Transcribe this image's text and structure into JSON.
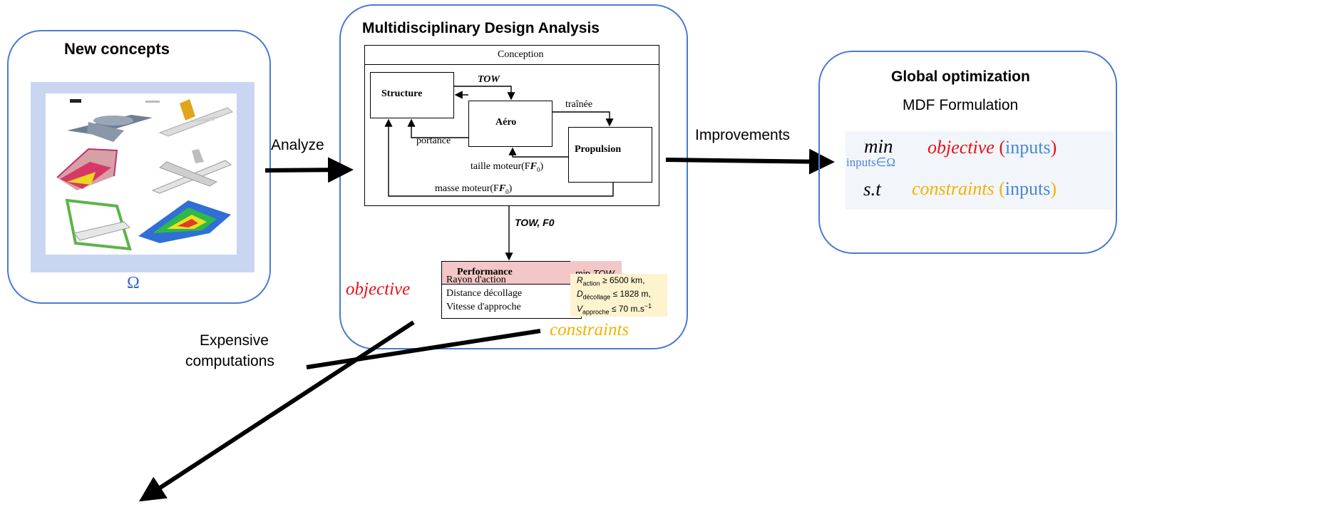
{
  "new_concepts": {
    "title": "New concepts",
    "domain_symbol": "Ω"
  },
  "analyze_label": "Analyze",
  "mda": {
    "title": "Multidisciplinary Design Analysis",
    "conception_label": "Conception",
    "structure_label": "Structure",
    "aero_label": "Aéro",
    "propulsion_label": "Propulsion",
    "tow_label": "TOW",
    "trainee_label": "traînée",
    "portance_label": "portance",
    "taille_moteur_label": "taille moteur(F",
    "masse_moteur_label": "masse moteur(F",
    "f0_sub": "0",
    "tow_f0_label": "TOW, F0",
    "performance_label": "Performance",
    "min_tow_prefix": "min",
    "min_tow_value": "TOW",
    "perf_items": [
      "Rayon d'action",
      "Distance décollage",
      "Vitesse d'approche"
    ],
    "constraints_math": [
      {
        "var": "R",
        "sub": "action",
        "rel": "≥ 6500 km,"
      },
      {
        "var": "D",
        "sub": "décollage",
        "rel": "≤ 1828 m,"
      },
      {
        "var": "V",
        "sub": "approche",
        "rel": "≤ 70 m.s",
        "sup": "−1"
      }
    ],
    "objective_label": "objective",
    "constraints_label": "constraints"
  },
  "improvements_label": "Improvements",
  "global_opt": {
    "title": "Global optimization",
    "subtitle": "MDF Formulation",
    "min_word": "min",
    "min_sub": "inputs∈Ω",
    "objective_word": "objective",
    "inputs_word": "inputs",
    "st_word": "s.t",
    "constraints_word": "constraints"
  },
  "expensive_label_1": "Expensive",
  "expensive_label_2": "computations",
  "colors": {
    "panel_border": "#4a7bd0",
    "objective": "#e8101a",
    "constraints": "#f0b400",
    "inputs": "#4a86d8",
    "performance_fill": "#f3c7c7",
    "constraints_fill": "#fdf3cf"
  }
}
